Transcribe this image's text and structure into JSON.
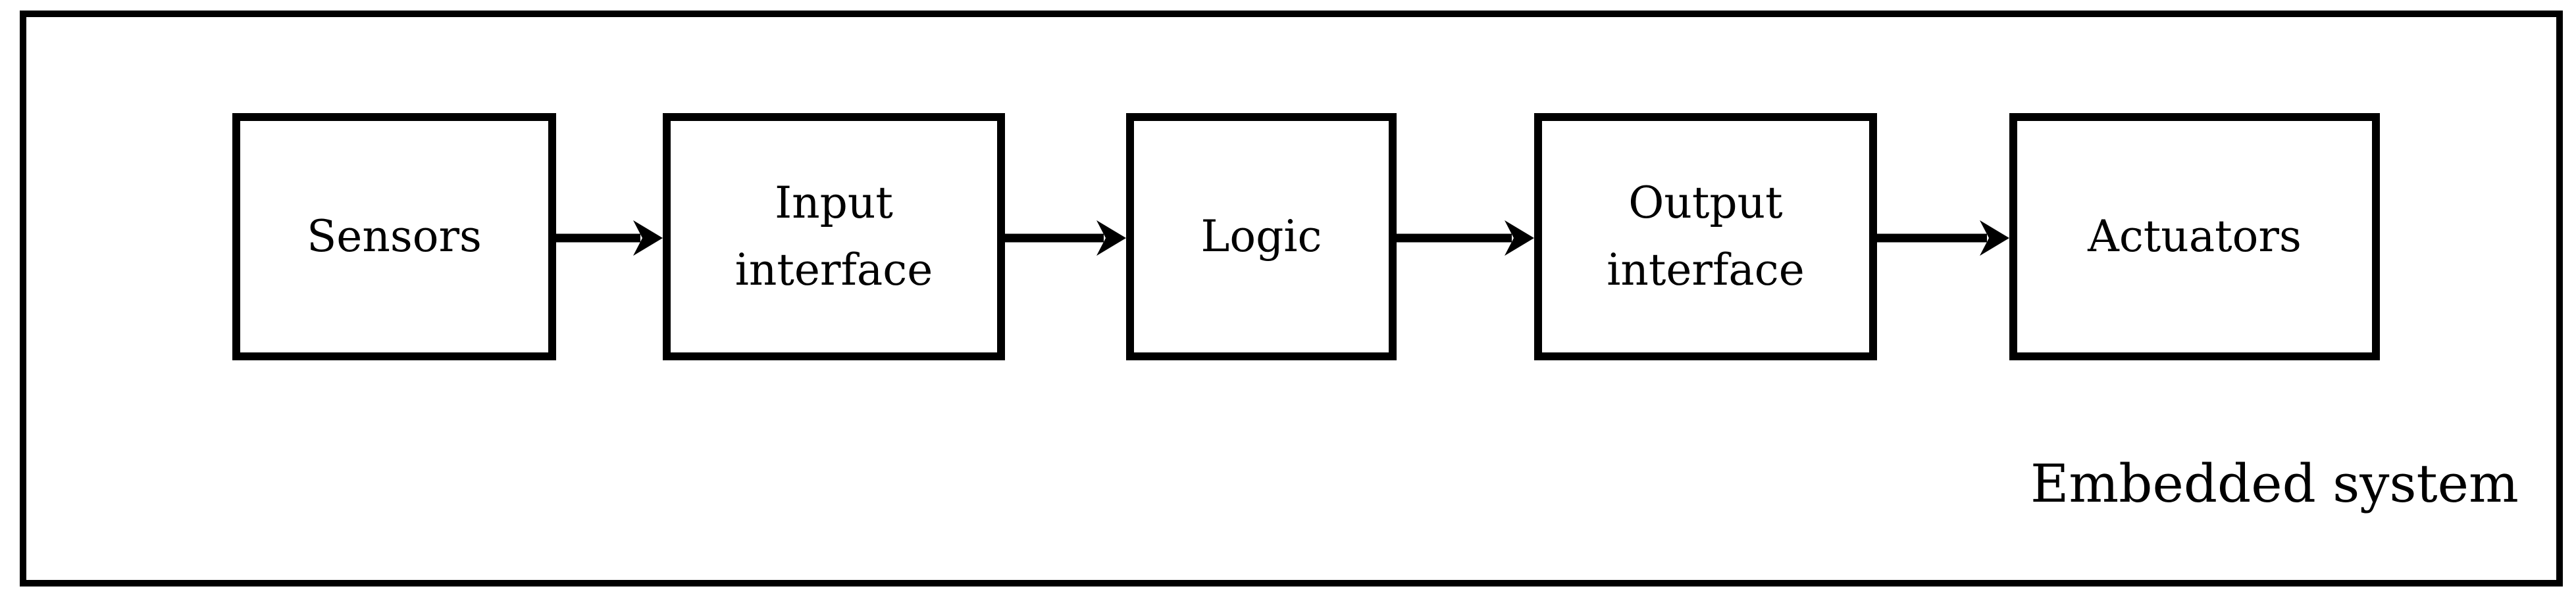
{
  "diagram": {
    "system_label": "Embedded system",
    "nodes": [
      {
        "id": "sensors",
        "label": "Sensors"
      },
      {
        "id": "input-interface",
        "label": "Input interface"
      },
      {
        "id": "logic",
        "label": "Logic"
      },
      {
        "id": "output-interface",
        "label": "Output interface"
      },
      {
        "id": "actuators",
        "label": "Actuators"
      }
    ],
    "flow": [
      {
        "from": "Sensors",
        "to": "Input interface"
      },
      {
        "from": "Input interface",
        "to": "Logic"
      },
      {
        "from": "Logic",
        "to": "Output interface"
      },
      {
        "from": "Output interface",
        "to": "Actuators"
      }
    ],
    "colors": {
      "stroke": "#000000",
      "background": "#ffffff"
    }
  }
}
